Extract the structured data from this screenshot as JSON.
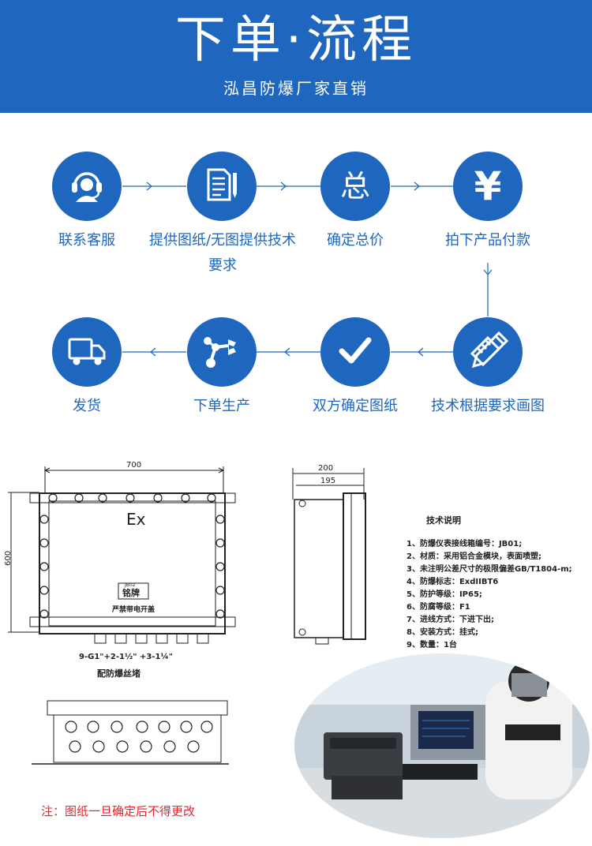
{
  "header": {
    "title": "下单·流程",
    "subtitle": "泓昌防爆厂家直销"
  },
  "steps": [
    {
      "label": "联系客服",
      "icon": "headset-icon"
    },
    {
      "label": "提供图纸/无图提供技术要求",
      "icon": "document-pen-icon"
    },
    {
      "label": "确定总价",
      "icon": "total-text-icon",
      "icon_text": "总"
    },
    {
      "label": "拍下产品付款",
      "icon": "yen-icon",
      "icon_text": "¥"
    },
    {
      "label": "技术根据要求画图",
      "icon": "ruler-pencil-icon"
    },
    {
      "label": "双方确定图纸",
      "icon": "checkmark-icon"
    },
    {
      "label": "下单生产",
      "icon": "robot-arm-icon"
    },
    {
      "label": "发货",
      "icon": "truck-icon"
    }
  ],
  "drawing": {
    "width_dim": "700",
    "height_dim": "600",
    "depth_dim_outer": "200",
    "depth_dim_inner": "195",
    "ex_mark": "Ex",
    "nameplate_code": "JB02",
    "nameplate_label": "铭牌",
    "warning_text": "严禁带电开盖",
    "thread_spec": "9-G1\"+2-1½\" +3-1¼\"",
    "plug_text": "配防爆丝堵"
  },
  "tech_notes": {
    "title": "技术说明",
    "items": [
      "1、防爆仪表接线箱编号：JB01;",
      "2、材质：采用铝合金模块，表面喷塑;",
      "3、未注明公差尺寸的极限偏差GB/T1804-m;",
      "4、防爆标志：ExdIIBT6",
      "5、防护等级：IP65;",
      "6、防腐等级：F1",
      "7、进线方式：下进下出;",
      "8、安装方式：挂式;",
      "9、数量：1台"
    ]
  },
  "note": "注：图纸一旦确定后不得更改",
  "colors": {
    "brand_blue": "#1f66bf",
    "note_red": "#e3262d"
  }
}
